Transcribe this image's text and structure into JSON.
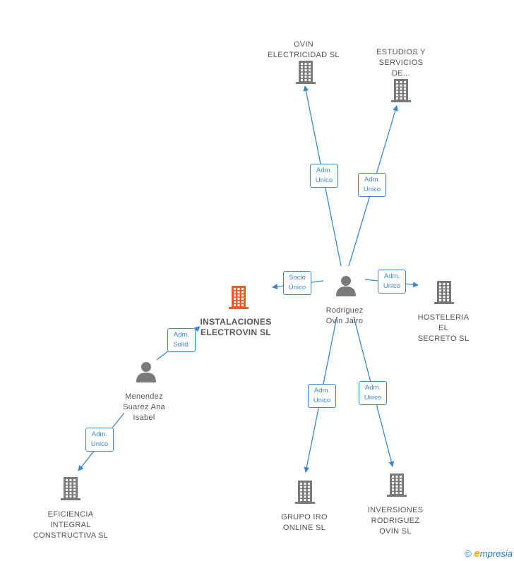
{
  "colors": {
    "edge": "#3a86d4",
    "node_gray": "#7a7a7a",
    "main": "#f05a28"
  },
  "nodes": [
    {
      "id": "ovin",
      "type": "company",
      "label": [
        "OVIN",
        "ELECTRICIDAD SL"
      ]
    },
    {
      "id": "estudios",
      "type": "company",
      "label": [
        "ESTUDIOS Y",
        "SERVICIOS",
        "DE..."
      ]
    },
    {
      "id": "main",
      "type": "main",
      "label": [
        "INSTALACIONES",
        "ELECTROVIN SL"
      ]
    },
    {
      "id": "rodriguez",
      "type": "person",
      "label": [
        "Rodriguez",
        "Ovin Jairo"
      ]
    },
    {
      "id": "hosteleria",
      "type": "company",
      "label": [
        "HOSTELERIA",
        "EL",
        "SECRETO SL"
      ]
    },
    {
      "id": "menendez",
      "type": "person",
      "label": [
        "Menendez",
        "Suarez Ana",
        "Isabel"
      ]
    },
    {
      "id": "eficiencia",
      "type": "company",
      "label": [
        "EFICIENCIA",
        "INTEGRAL",
        "CONSTRUCTIVA SL"
      ]
    },
    {
      "id": "grupo",
      "type": "company",
      "label": [
        "GRUPO IRO",
        "ONLINE  SL"
      ]
    },
    {
      "id": "inversiones",
      "type": "company",
      "label": [
        "INVERSIONES",
        "RODRIGUEZ",
        "OVIN SL"
      ]
    }
  ],
  "edges": [
    {
      "from": "rodriguez",
      "to": "ovin",
      "label": [
        "Adm.",
        "Unico"
      ]
    },
    {
      "from": "rodriguez",
      "to": "estudios",
      "label": [
        "Adm.",
        "Unico"
      ]
    },
    {
      "from": "rodriguez",
      "to": "main",
      "label": [
        "Socio",
        "Único"
      ]
    },
    {
      "from": "rodriguez",
      "to": "hosteleria",
      "label": [
        "Adm.",
        "Unico"
      ]
    },
    {
      "from": "rodriguez",
      "to": "grupo",
      "label": [
        "Adm.",
        "Unico"
      ]
    },
    {
      "from": "rodriguez",
      "to": "inversiones",
      "label": [
        "Adm.",
        "Unico"
      ]
    },
    {
      "from": "menendez",
      "to": "main",
      "label": [
        "Adm.",
        "Solid."
      ]
    },
    {
      "from": "menendez",
      "to": "eficiencia",
      "label": [
        "Adm.",
        "Unico"
      ]
    }
  ],
  "footer": {
    "copyright": "©",
    "brand_initial": "e",
    "brand_rest": "mpresia"
  }
}
